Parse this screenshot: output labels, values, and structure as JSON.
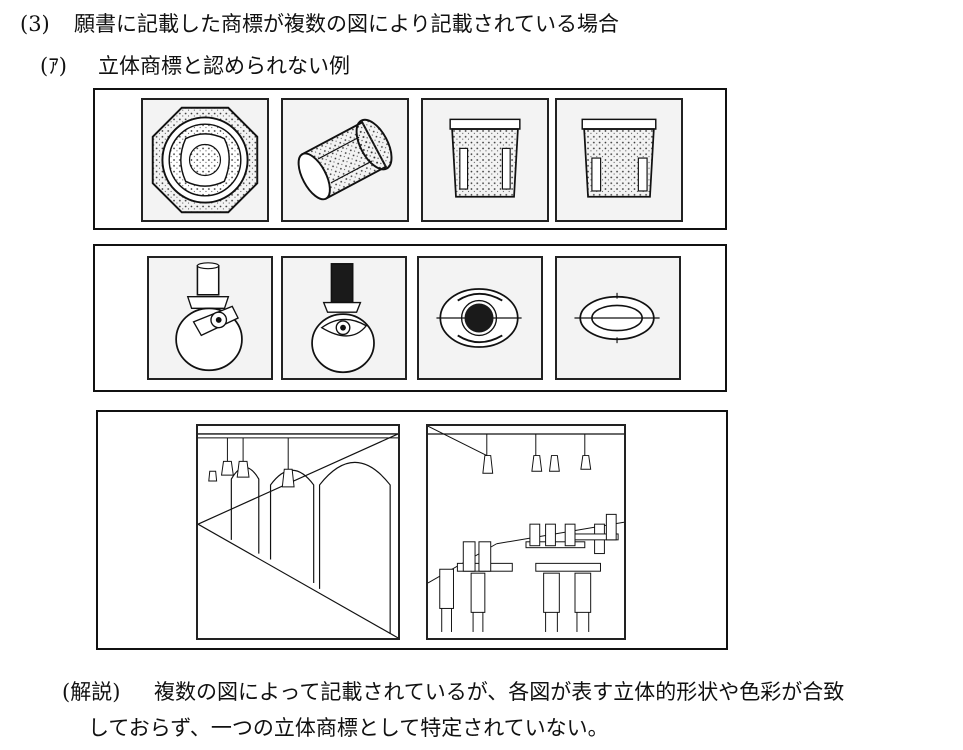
{
  "section": {
    "number": "(3)",
    "title": "願書に記載した商標が複数の図により記載されている場合"
  },
  "subsection": {
    "number": "(ｱ)",
    "title": "立体商標と認められない例"
  },
  "explanation": {
    "label": "(解説)",
    "line1": "複数の図によって記載されているが、各図が表す立体的形状や色彩が合致",
    "line2": "しておらず、一つの立体商標として特定されていない。"
  }
}
